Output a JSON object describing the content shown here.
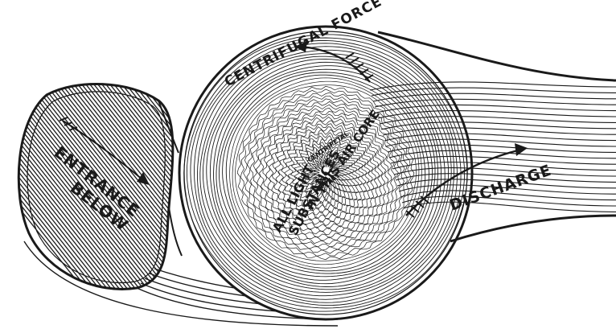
{
  "labels": {
    "centrifugal_force": "CENTRIFUGAL FORCE",
    "entrance_line1": "ENTRANCE",
    "entrance_line2": "BELOW",
    "light_line1": "ALL LIGHT",
    "light_line2": "SUBSTANCES",
    "light_line3": "IN THIS AIR CORE",
    "centripetal_line1": "CENTRIPETAL",
    "centripetal_line2": "EFFECT",
    "discharge": "DISCHARGE"
  },
  "colors": {
    "ink": "#1a1a1a",
    "paper": "#ffffff"
  }
}
